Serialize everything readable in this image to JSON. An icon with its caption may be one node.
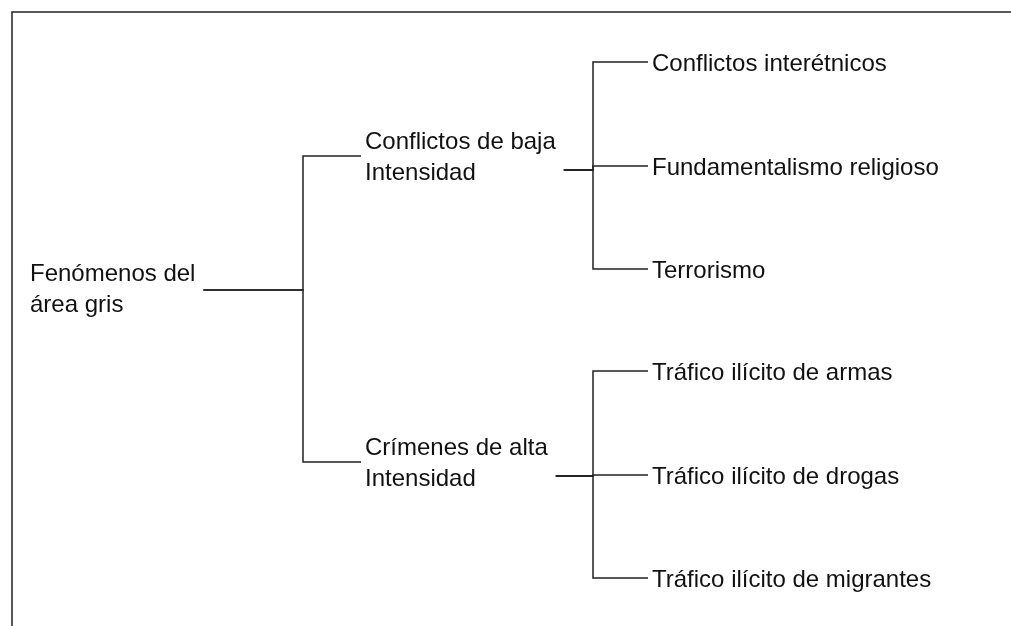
{
  "diagram": {
    "nodes": [
      {
        "text": [
          "Fenómenos del área gris"
        ]
      },
      {
        "text": [
          "Conflictos de baja Intensidad"
        ]
      },
      {
        "text": [
          "Crímenes de alta Intensidad"
        ]
      },
      {
        "text": [
          "Conflictos interétnicos"
        ]
      },
      {
        "text": [
          "Fundamentalismo religioso"
        ]
      },
      {
        "text": [
          "Terrorismo"
        ]
      },
      {
        "text": [
          "Tráfico ilícito de armas"
        ]
      },
      {
        "text": [
          "Tráfico ilícito de drogas"
        ]
      },
      {
        "text": [
          "Tráfico ilícito de migrantes"
        ]
      }
    ],
    "edges": [
      {
        "from": 0,
        "to": 1,
        "arrow": "none"
      },
      {
        "from": 0,
        "to": 2,
        "arrow": "none"
      },
      {
        "from": 1,
        "to": 3,
        "arrow": "none"
      },
      {
        "from": 1,
        "to": 4,
        "arrow": "none"
      },
      {
        "from": 1,
        "to": 5,
        "arrow": "none"
      },
      {
        "from": 2,
        "to": 6,
        "arrow": "none"
      },
      {
        "from": 2,
        "to": 7,
        "arrow": "none"
      },
      {
        "from": 2,
        "to": 8,
        "arrow": "none"
      }
    ]
  }
}
